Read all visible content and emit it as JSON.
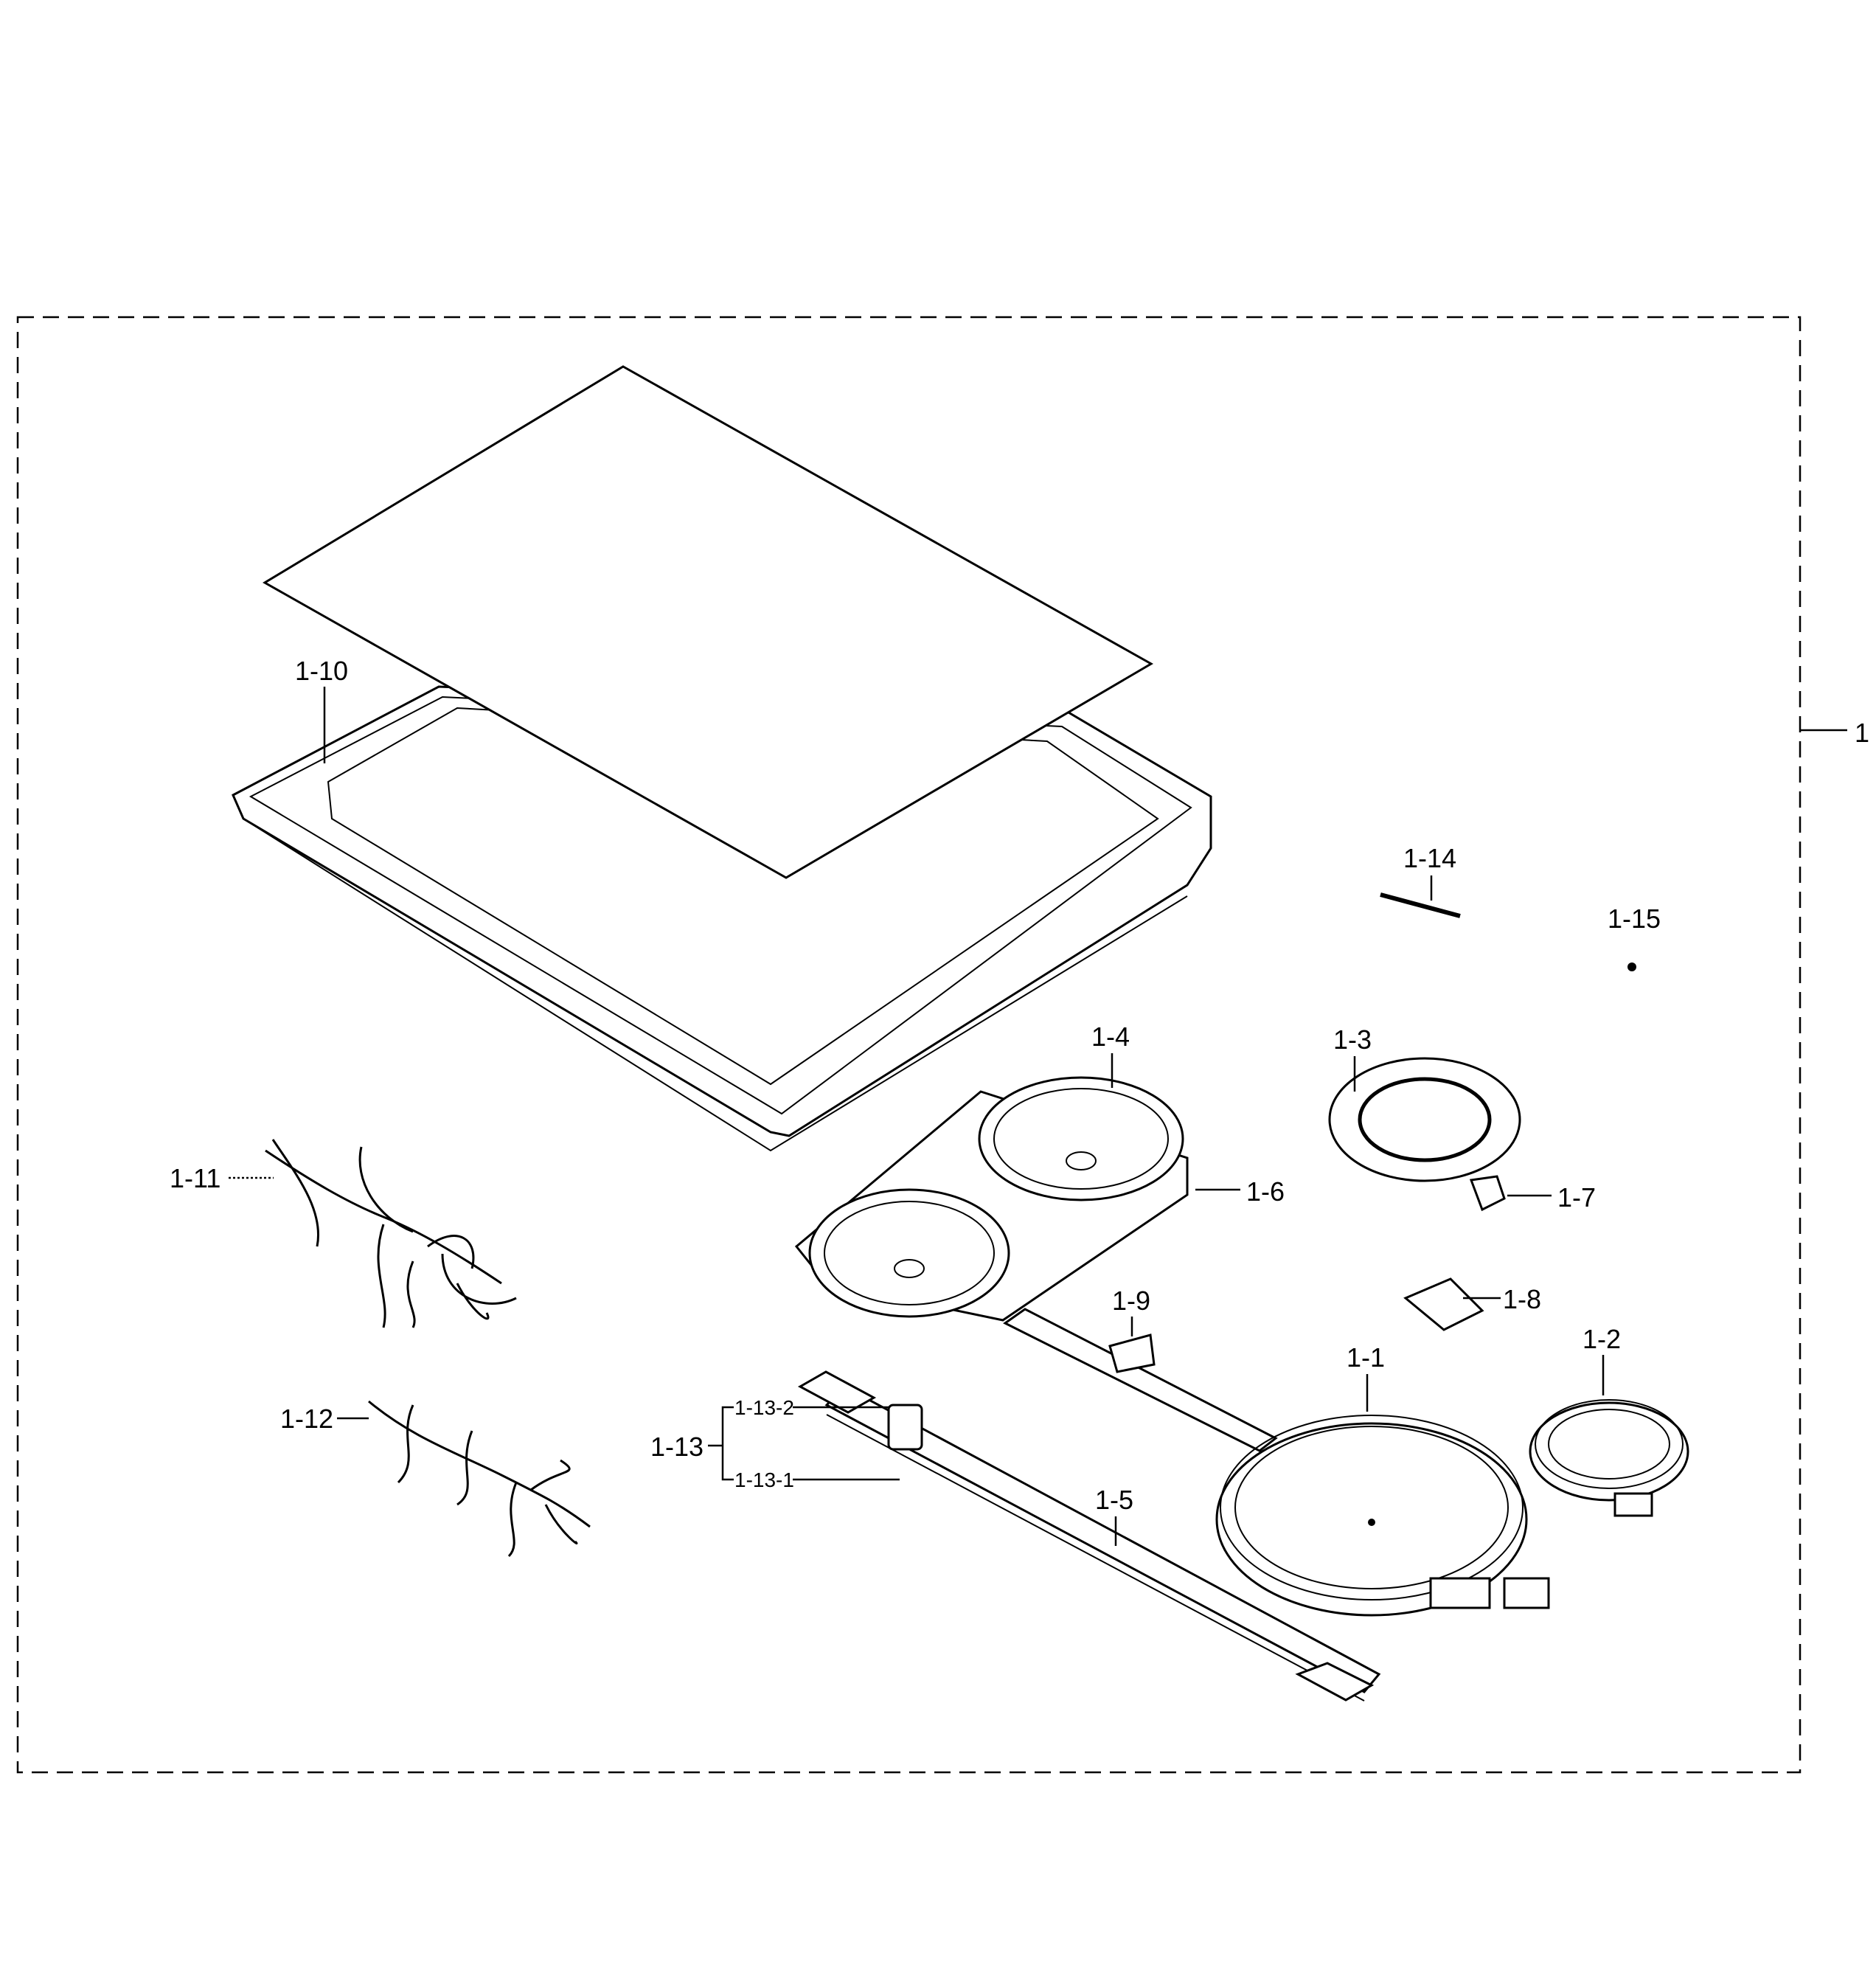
{
  "diagram": {
    "assembly_label": "1",
    "labels": {
      "p1_1": "1-1",
      "p1_2": "1-2",
      "p1_3": "1-3",
      "p1_4": "1-4",
      "p1_5": "1-5",
      "p1_6": "1-6",
      "p1_7": "1-7",
      "p1_8": "1-8",
      "p1_9": "1-9",
      "p1_10": "1-10",
      "p1_11": "1-11",
      "p1_12": "1-12",
      "p1_13": "1-13",
      "p1_13_1": "1-13-1",
      "p1_13_2": "1-13-2",
      "p1_14": "1-14",
      "p1_15": "1-15"
    }
  }
}
